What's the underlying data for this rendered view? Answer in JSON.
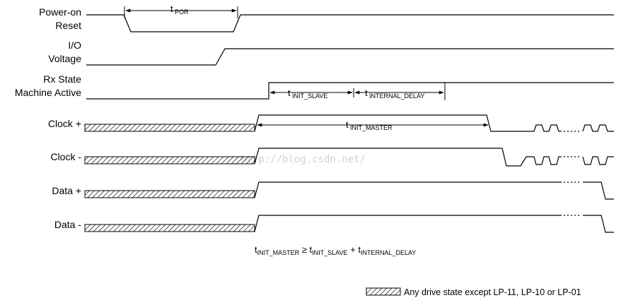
{
  "signals": [
    {
      "key": "por",
      "line1": "Power-on",
      "line2": "Reset"
    },
    {
      "key": "io",
      "line1": "I/O",
      "line2": "Voltage"
    },
    {
      "key": "rx",
      "line1": "Rx State",
      "line2": "Machine Active"
    },
    {
      "key": "clkp",
      "line1": "Clock +"
    },
    {
      "key": "clkn",
      "line1": "Clock -"
    },
    {
      "key": "datp",
      "line1": "Data +"
    },
    {
      "key": "datn",
      "line1": "Data -"
    }
  ],
  "timings": {
    "t_por": {
      "base": "t",
      "sub": "POR"
    },
    "t_init_slave": {
      "base": "t",
      "sub": "INIT_SLAVE"
    },
    "t_internal_delay": {
      "base": "t",
      "sub": "INTERNAL_DELAY"
    },
    "t_init_master": {
      "base": "t",
      "sub": "INIT_MASTER"
    }
  },
  "formula": {
    "t1": "t",
    "s1": "INIT_MASTER",
    "op": " ≥ ",
    "t2": "t",
    "s2": "INIT_SLAVE",
    "plus": " + ",
    "t3": "t",
    "s3": "INTERNAL_DELAY"
  },
  "watermark": "http://blog.csdn.net/",
  "legend": {
    "text": "Any drive state except LP-11, LP-10 or LP-01"
  },
  "colors": {
    "line": "#000000",
    "watermark": "#cfd3d8"
  }
}
